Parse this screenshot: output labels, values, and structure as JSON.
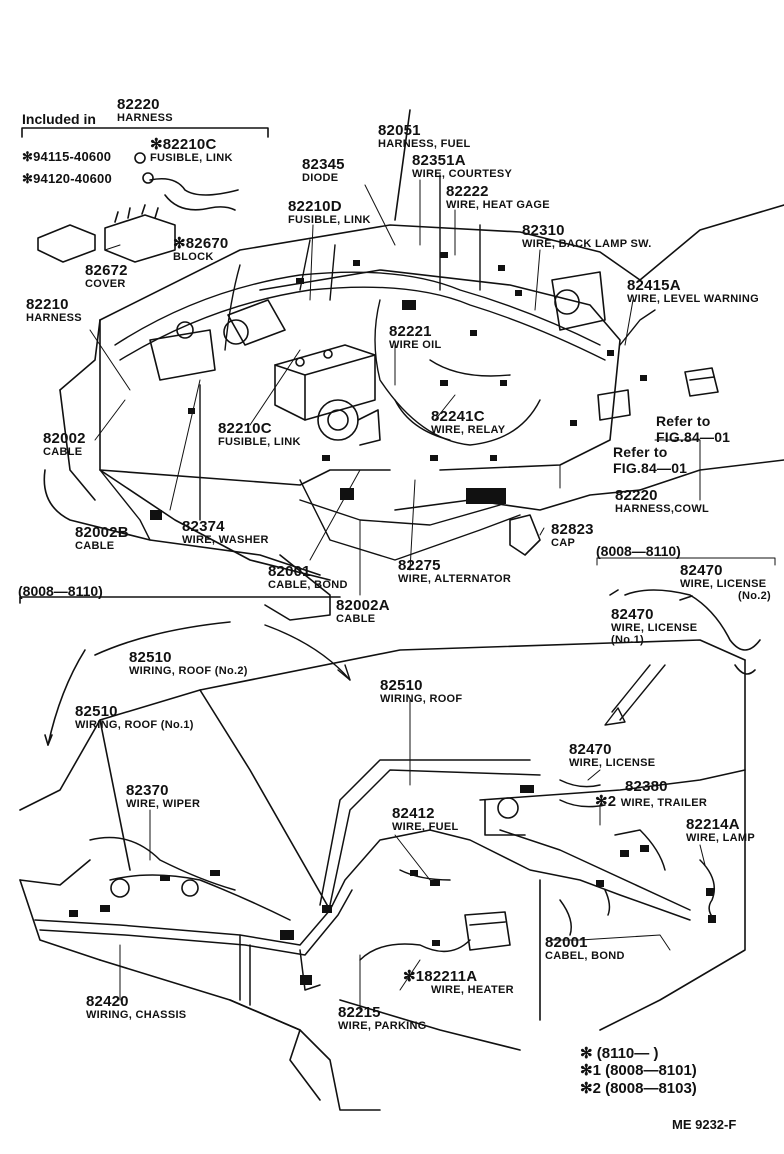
{
  "header": {
    "included_in": "Included in",
    "group_number": "82220",
    "group_name": "HARNESS"
  },
  "parts": {
    "p94115": "✻94115-40600",
    "p94120": "✻94120-40600",
    "p82210C_a": {
      "number": "✻82210C",
      "name": "FUSIBLE, LINK"
    },
    "p82670": {
      "number": "✻82670",
      "name": "BLOCK"
    },
    "p82672": {
      "number": "82672",
      "name": "COVER"
    },
    "p82210": {
      "number": "82210",
      "name": "HARNESS"
    },
    "p82002": {
      "number": "82002",
      "name": "CABLE"
    },
    "p82002B": {
      "number": "82002B",
      "name": "CABLE"
    },
    "p82374": {
      "number": "82374",
      "name": "WIRE, WASHER"
    },
    "p82001_a": {
      "number": "82001",
      "name": "CABLE, BOND"
    },
    "p82275": {
      "number": "82275",
      "name": "WIRE, ALTERNATOR"
    },
    "p82002A": {
      "number": "82002A",
      "name": "CABLE"
    },
    "p82210C_b": {
      "number": "82210C",
      "name": "FUSIBLE, LINK"
    },
    "p82210D": {
      "number": "82210D",
      "name": "FUSIBLE, LINK"
    },
    "p82345": {
      "number": "82345",
      "name": "DIODE"
    },
    "p82051": {
      "number": "82051",
      "name": "HARNESS, FUEL"
    },
    "p82351A": {
      "number": "82351A",
      "name": "WIRE, COURTESY"
    },
    "p82222": {
      "number": "82222",
      "name": "WIRE, HEAT GAGE"
    },
    "p82310": {
      "number": "82310",
      "name": "WIRE, BACK LAMP SW."
    },
    "p82415A": {
      "number": "82415A",
      "name": "WIRE, LEVEL WARNING"
    },
    "p82221": {
      "number": "82221",
      "name": "WIRE OIL"
    },
    "p82241C": {
      "number": "82241C",
      "name": "WIRE, RELAY"
    },
    "p82220_cowl": {
      "number": "82220",
      "name": "HARNESS,COWL"
    },
    "p82823": {
      "number": "82823",
      "name": "CAP"
    },
    "p82470_no2": {
      "number": "82470",
      "name": "WIRE, LICENSE",
      "sub": "(No.2)"
    },
    "p82470_no1": {
      "number": "82470",
      "name": "WIRE, LICENSE",
      "sub": "(No.1)"
    },
    "p82510_no2": {
      "number": "82510",
      "name": "WIRING, ROOF (No.2)"
    },
    "p82510_no1": {
      "number": "82510",
      "name": "WIRING, ROOF",
      "sub": "(No.1)"
    },
    "p82510_roof": {
      "number": "82510",
      "name": "WIRING, ROOF"
    },
    "p82470_lic": {
      "number": "82470",
      "name": "WIRE, LICENSE"
    },
    "p82380": {
      "number": "82380",
      "name": "WIRE, TRAILER",
      "mark": "✻2"
    },
    "p82214A": {
      "number": "82214A",
      "name": "WIRE, LAMP"
    },
    "p82370": {
      "number": "82370",
      "name": "WIRE, WIPER"
    },
    "p82412": {
      "number": "82412",
      "name": "WIRE, FUEL"
    },
    "p82001_b": {
      "number": "82001",
      "name": "CABEL, BOND"
    },
    "p82211A": {
      "number": "✻182211A",
      "name": "WIRE, HEATER"
    },
    "p82420": {
      "number": "82420",
      "name": "WIRING, CHASSIS"
    },
    "p82215": {
      "number": "82215",
      "name": "WIRE, PARKING"
    }
  },
  "refs": {
    "ref1_line1": "Refer to",
    "ref1_line2": "FIG.84—01",
    "ref2_line1": "Refer to",
    "ref2_line2": "FIG.84—01"
  },
  "date_ranges": {
    "right": "(8008—8110)",
    "left": "(8008—8110)"
  },
  "legend": {
    "l1": "✻   (8110—        )",
    "l2": "✻1 (8008—8101)",
    "l3": "✻2 (8008—8103)"
  },
  "figure_code": "ME  9232-F"
}
